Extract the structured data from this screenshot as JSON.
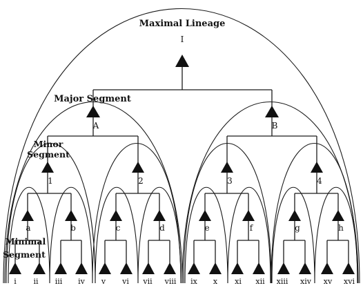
{
  "levels": {
    "maximal": "Maximal Lineage",
    "major": "Major Segment",
    "minor_line1": "Minor",
    "minor_line2": "Segment",
    "minimal_line1": "Minimal",
    "minimal_line2": "Segment"
  },
  "nodes": {
    "root": "I",
    "major": [
      "A",
      "B"
    ],
    "minor": [
      "1",
      "2",
      "3",
      "4"
    ],
    "minimal": [
      "a",
      "b",
      "c",
      "d",
      "e",
      "f",
      "g",
      "h"
    ],
    "leaves": [
      "i",
      "ii",
      "iii",
      "iv",
      "v",
      "vi",
      "vii",
      "viii",
      "ix",
      "x",
      "xi",
      "xii",
      "xiii",
      "xiv",
      "xv",
      "xvi"
    ]
  }
}
